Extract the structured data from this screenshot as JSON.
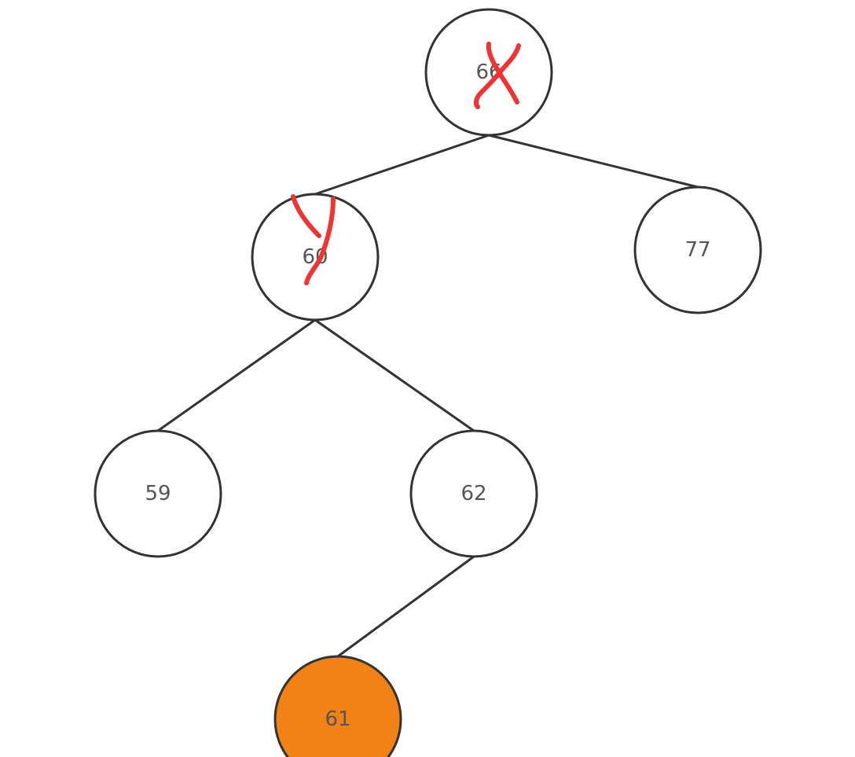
{
  "tree": {
    "nodes": [
      {
        "id": "66",
        "label": "66",
        "highlighted": false,
        "crossed_out": true
      },
      {
        "id": "60",
        "label": "60",
        "highlighted": false,
        "crossed_out": true
      },
      {
        "id": "77",
        "label": "77",
        "highlighted": false,
        "crossed_out": false
      },
      {
        "id": "59",
        "label": "59",
        "highlighted": false,
        "crossed_out": false
      },
      {
        "id": "62",
        "label": "62",
        "highlighted": false,
        "crossed_out": false
      },
      {
        "id": "61",
        "label": "61",
        "highlighted": true,
        "crossed_out": false
      }
    ],
    "edges": [
      {
        "from": "66",
        "to": "60"
      },
      {
        "from": "66",
        "to": "77"
      },
      {
        "from": "60",
        "to": "59"
      },
      {
        "from": "60",
        "to": "62"
      },
      {
        "from": "62",
        "to": "61"
      }
    ]
  },
  "colors": {
    "node_fill": "#ffffff",
    "node_stroke": "#333333",
    "highlight_fill": "#f28216",
    "edge": "#333333",
    "mark": "#f03333",
    "label": "#555555"
  }
}
